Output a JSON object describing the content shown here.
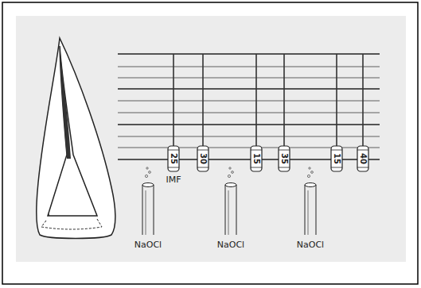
{
  "diagram": {
    "labels": [
      "25",
      "30",
      "15",
      "35",
      "15",
      "40",
      "IMF",
      "NaOCl",
      "NaOCl",
      "NaOCl"
    ]
  }
}
